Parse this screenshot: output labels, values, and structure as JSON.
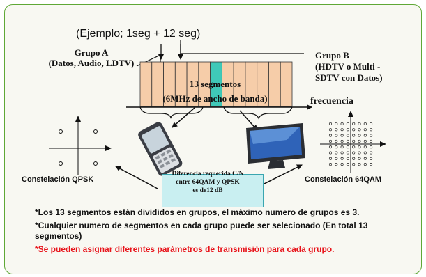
{
  "diagram": {
    "title": "(Ejemplo; 1seg + 12 seg)",
    "group_a": "Grupo A\n(Datos, Audio,  LDTV)",
    "group_b": "Grupo B\n(HDTV o Multi -\nSDTV con Datos)",
    "segments": "13 segmentos\n(6MHz de ancho de banda)",
    "frequency": "frecuencia",
    "qpsk_label": "Constelación QPSK",
    "qam_label": "Constelación 64QAM",
    "cn_box": "Diferencia requerida C/N\nentre 64QAM y QPSK\nes de12 dB",
    "segment_count": 13,
    "highlighted_segment": 7,
    "devices": [
      "mobile-phone",
      "television"
    ]
  },
  "notes": [
    "*Los 13 segmentos están divididos en  grupos, el máximo numero de grupos es 3.",
    "*Cualquier numero de segmentos  en cada grupo puede ser selecionado (En total 13 segmentos)",
    "*Se pueden asignar diferentes parámetros de transmisión para cada grupo."
  ],
  "colors": {
    "border": "#5fa836",
    "segment": "#f6cda9",
    "highlight": "#3fc9b8",
    "cn_box": "#c9eff1",
    "red_note": "#e8141b"
  }
}
